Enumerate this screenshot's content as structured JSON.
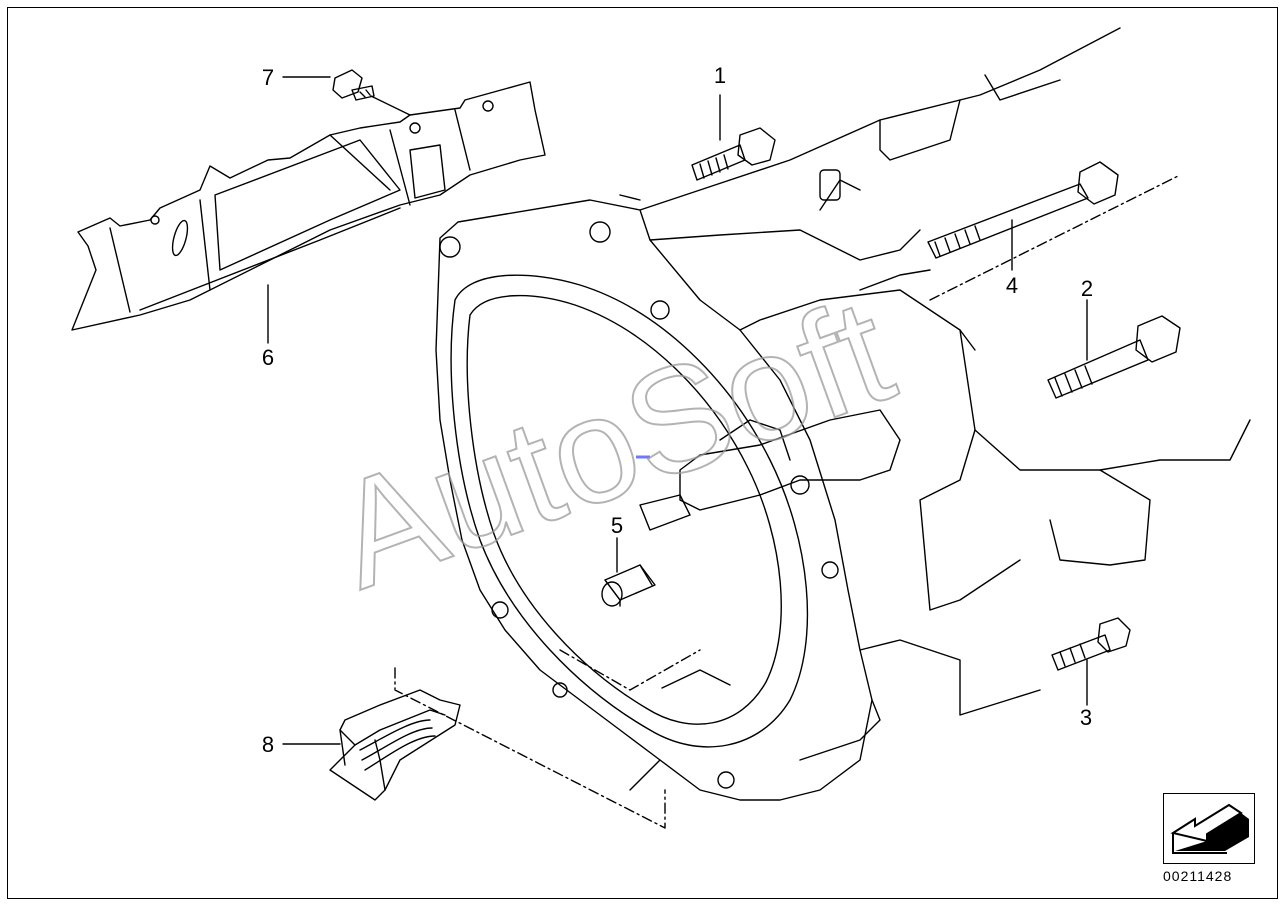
{
  "diagram": {
    "id_code": "00211428",
    "watermark": "AutoSoft",
    "colors": {
      "line": "#000000",
      "watermark": "#9a9a9a",
      "marker": "#6b78ff"
    },
    "callouts": [
      {
        "num": "1",
        "part": "bolt"
      },
      {
        "num": "2",
        "part": "bolt"
      },
      {
        "num": "3",
        "part": "bolt"
      },
      {
        "num": "4",
        "part": "bolt"
      },
      {
        "num": "5",
        "part": "sleeve"
      },
      {
        "num": "6",
        "part": "heat-shield"
      },
      {
        "num": "7",
        "part": "screw"
      },
      {
        "num": "8",
        "part": "clip"
      }
    ]
  },
  "navigation": {
    "icon": "arrow-left-down-icon"
  }
}
